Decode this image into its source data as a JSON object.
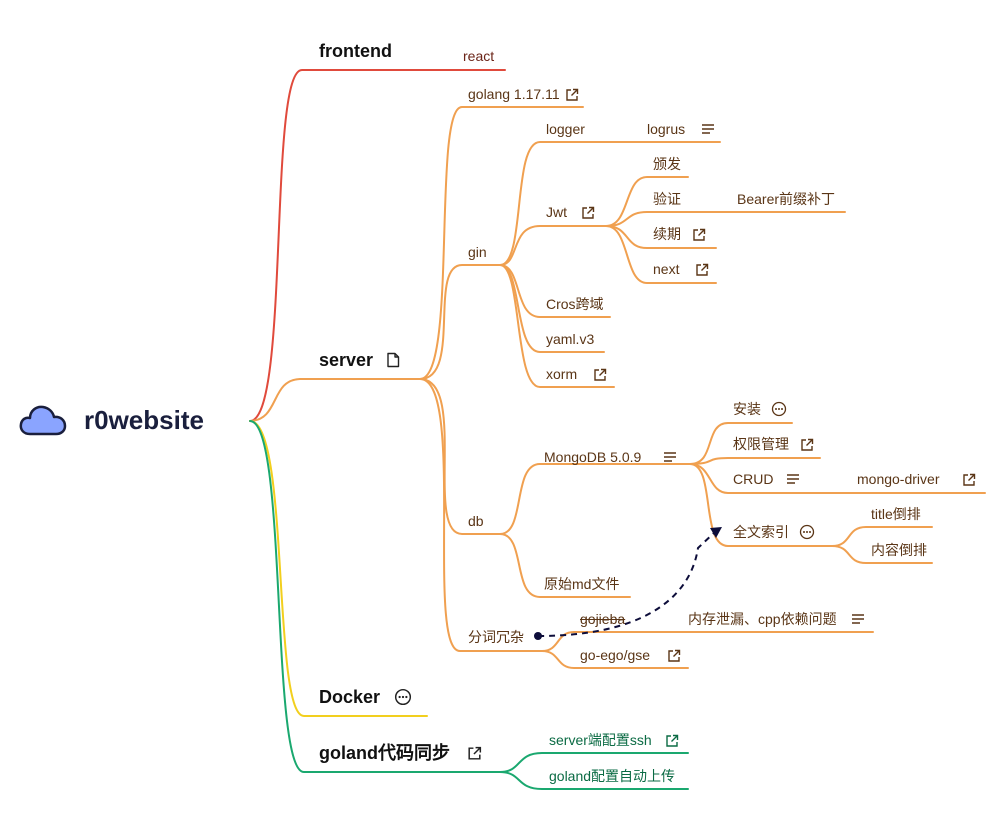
{
  "mindmap": {
    "root": {
      "label": "r0website",
      "icon": "cloud-icon"
    },
    "colors": {
      "frontend": "#e04a3c",
      "server": "#f0a050",
      "docker": "#f2cf1e",
      "goland": "#1aa86f",
      "dashed_link": "#0d0d3a",
      "root_icon": "#8aa4ff"
    },
    "frontend": {
      "label": "frontend",
      "children": [
        "react"
      ]
    },
    "server": {
      "label": "server",
      "icon": "note-icon",
      "golang": "golang 1.17.11",
      "gin": {
        "label": "gin",
        "logger": "logger",
        "logrus": "logrus",
        "jwt": "Jwt",
        "jwt_children": {
          "issue": "颁发",
          "verify": "验证",
          "bearer": "Bearer前缀补丁",
          "renew": "续期",
          "next": "next"
        },
        "cors": "Cros跨域",
        "yaml": "yaml.v3",
        "xorm": "xorm"
      },
      "db": {
        "label": "db",
        "mongodb": "MongoDB 5.0.9",
        "install": "安装",
        "permission": "权限管理",
        "crud": "CRUD",
        "mongo_driver": "mongo-driver",
        "fulltext": "全文索引",
        "title_index": "title倒排",
        "content_index": "内容倒排",
        "raw_md": "原始md文件"
      },
      "segmentation": {
        "label": "分词冗杂",
        "gojieba": "gojieba",
        "memory_leak": "内存泄漏、cpp依赖问题",
        "gse": "go-ego/gse"
      }
    },
    "docker": {
      "label": "Docker",
      "icon": "ellipsis-icon"
    },
    "goland": {
      "label": "goland代码同步",
      "icon": "external-link-icon",
      "ssh": "server端配置ssh",
      "auto_upload": "goland配置自动上传"
    }
  }
}
